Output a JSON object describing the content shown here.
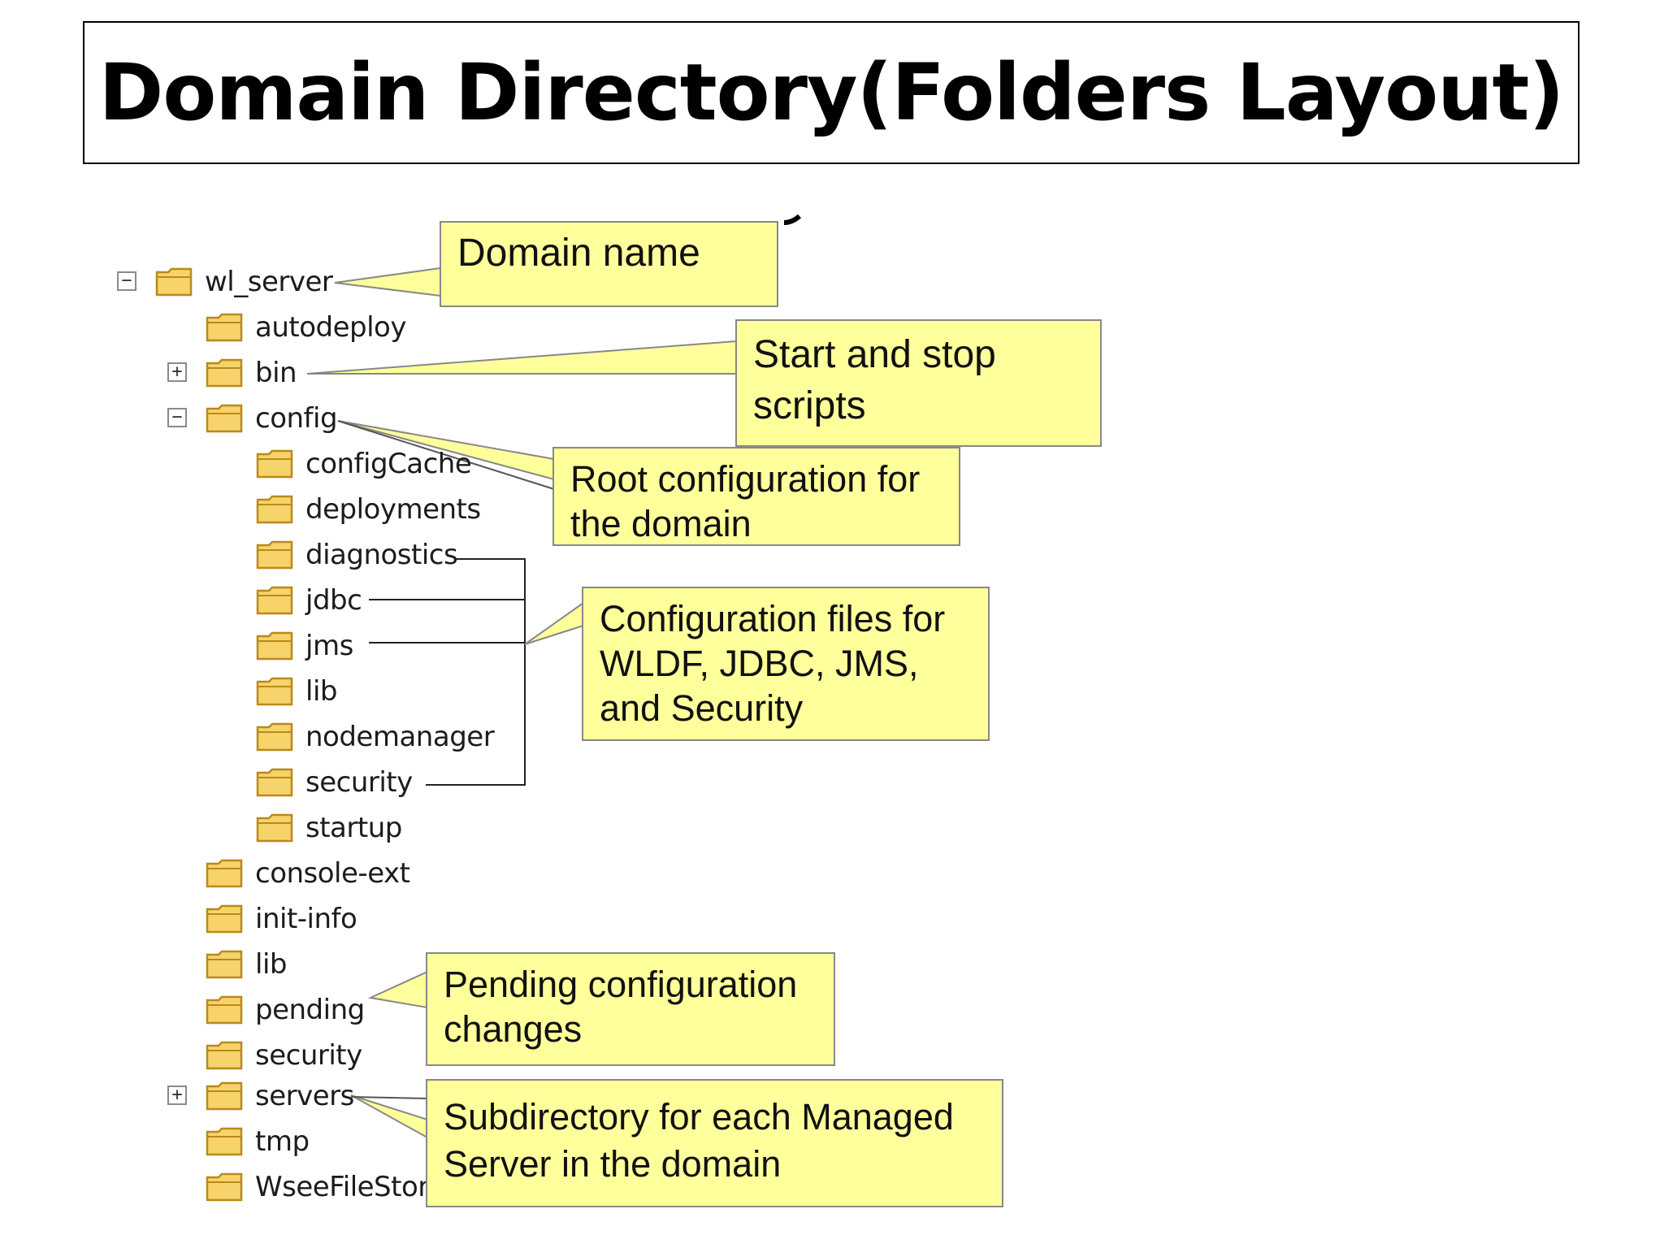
{
  "title": "Domain Directory(Folders Layout)",
  "tree": {
    "root": "wl_server",
    "level1_top": [
      "autodeploy",
      "bin",
      "config"
    ],
    "config_children": [
      "configCache",
      "deployments",
      "diagnostics",
      "jdbc",
      "jms",
      "lib",
      "nodemanager",
      "security",
      "startup"
    ],
    "level1_bottom": [
      "console-ext",
      "init-info",
      "lib",
      "pending",
      "security",
      "servers",
      "tmp",
      "WseeFileStor"
    ]
  },
  "callouts": {
    "domain_name": "Domain name",
    "start_stop": [
      "Start and stop",
      "scripts"
    ],
    "root_config": [
      "Root configuration for",
      "the domain"
    ],
    "config_files": [
      "Configuration files for",
      "WLDF, JDBC, JMS,",
      "and Security"
    ],
    "pending": [
      "Pending configuration",
      "changes"
    ],
    "servers": [
      "Subdirectory for each Managed",
      "Server in the domain"
    ]
  },
  "colors": {
    "callout_fill": "#ffff9b",
    "callout_border": "#888888",
    "folder_fill": "#f7d36b",
    "folder_outline": "#b98a1a"
  },
  "icons": {
    "folder": "folder-icon",
    "expanded": "minus-icon",
    "collapsed": "plus-icon"
  }
}
